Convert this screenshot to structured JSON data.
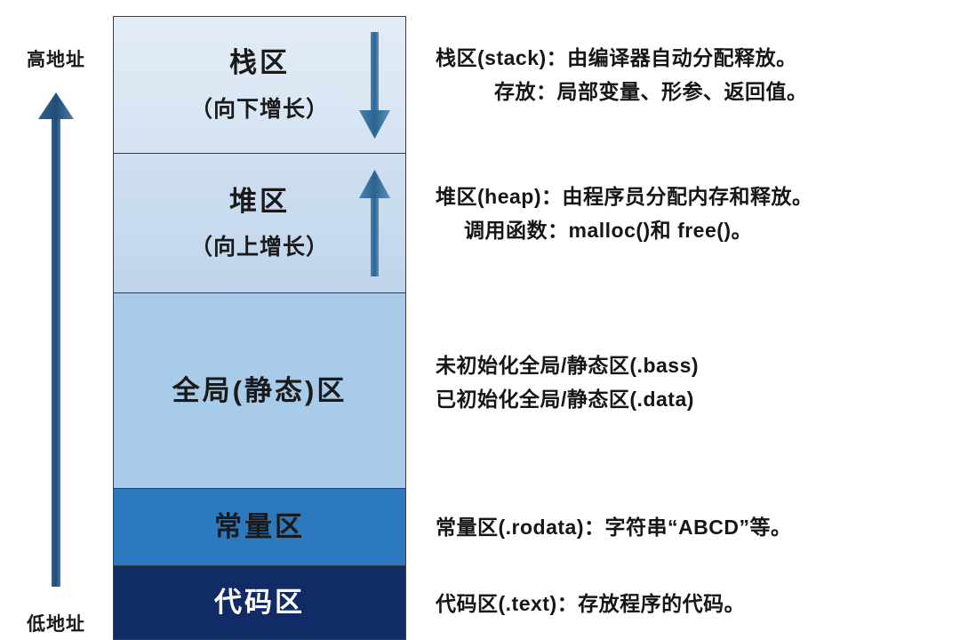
{
  "axis": {
    "high_label": "高地址",
    "low_label": "低地址",
    "arrow_direction": "up",
    "arrow_color": "#2e5b87"
  },
  "memory_blocks": [
    {
      "key": "stack",
      "title": "栈区",
      "subtitle": "（向下增长）",
      "fill": "#dbe7f4",
      "text_color": "#1a1a1a",
      "growth_arrow": "down",
      "arrow_color": "#2e6c9e"
    },
    {
      "key": "heap",
      "title": "堆区",
      "subtitle": "（向上增长）",
      "fill": "#c6d9ee",
      "text_color": "#1a1a1a",
      "growth_arrow": "up",
      "arrow_color": "#2e6c9e"
    },
    {
      "key": "global",
      "title": "全局(静态)区",
      "subtitle": "",
      "fill": "#a9cbea",
      "text_color": "#1a1a1a",
      "growth_arrow": "none",
      "arrow_color": ""
    },
    {
      "key": "const",
      "title": "常量区",
      "subtitle": "",
      "fill": "#2d79be",
      "text_color": "#111111",
      "growth_arrow": "none",
      "arrow_color": ""
    },
    {
      "key": "code",
      "title": "代码区",
      "subtitle": "",
      "fill": "#102b66",
      "text_color": "#ffffff",
      "growth_arrow": "none",
      "arrow_color": ""
    }
  ],
  "descriptions": {
    "stack": {
      "line1": "栈区(stack)：由编译器自动分配释放。",
      "line2": "存放：局部变量、形参、返回值。"
    },
    "heap": {
      "line1": "堆区(heap)：由程序员分配内存和释放。",
      "line2": "调用函数：malloc()和 free()。"
    },
    "global": {
      "line1": "未初始化全局/静态区(.bass)",
      "line2": "已初始化全局/静态区(.data)"
    },
    "const": {
      "line1": "常量区(.rodata)：字符串“ABCD”等。"
    },
    "code": {
      "line1": "代码区(.text)：存放程序的代码。"
    }
  }
}
